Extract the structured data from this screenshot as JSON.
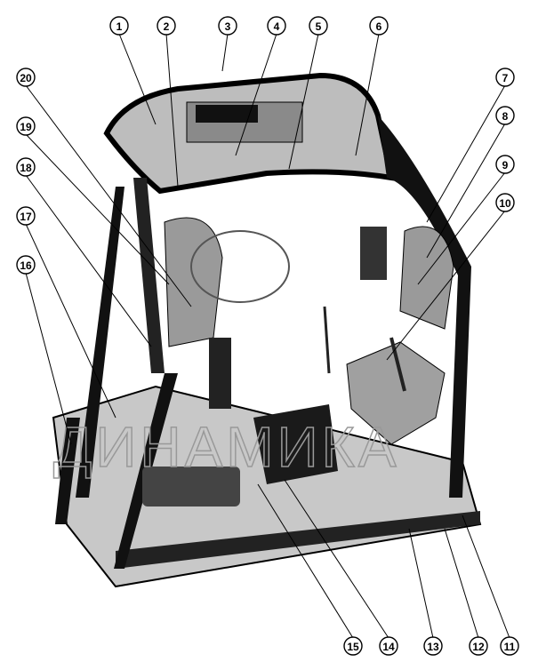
{
  "figure": {
    "callouts": [
      "1",
      "2",
      "3",
      "4",
      "5",
      "6",
      "7",
      "8",
      "9",
      "10",
      "11",
      "12",
      "13",
      "14",
      "15",
      "16",
      "17",
      "18",
      "19",
      "20"
    ],
    "watermark": "ДИНАМИКА"
  }
}
